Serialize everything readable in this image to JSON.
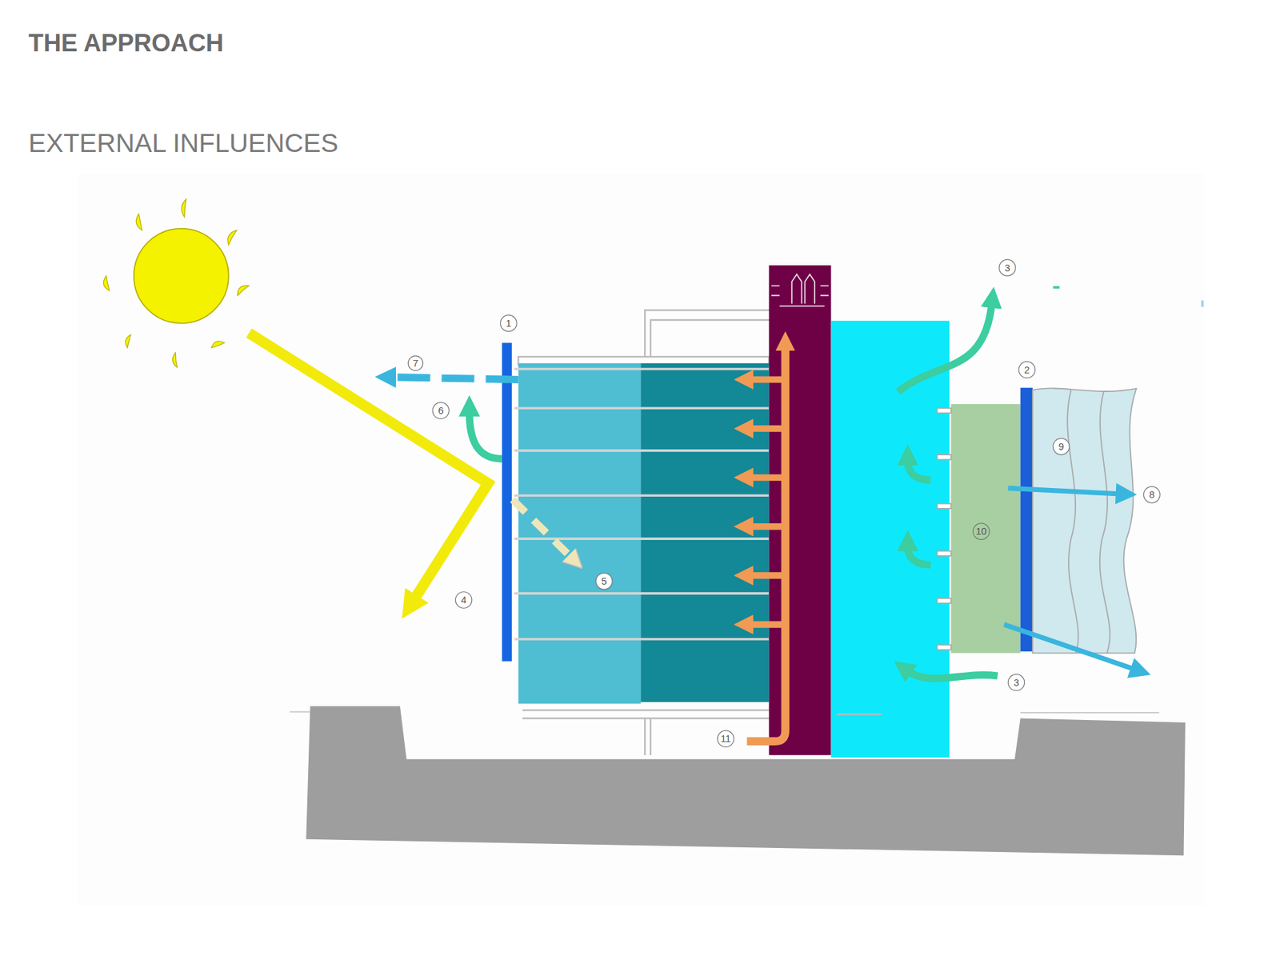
{
  "diagram": {
    "title": "THE APPROACH",
    "labels": [
      "EXTERNAL INFLUENCES",
      "3",
      "1",
      "7",
      "2",
      "6",
      "9",
      "8",
      "10",
      "5",
      "4",
      "3",
      "11"
    ]
  }
}
